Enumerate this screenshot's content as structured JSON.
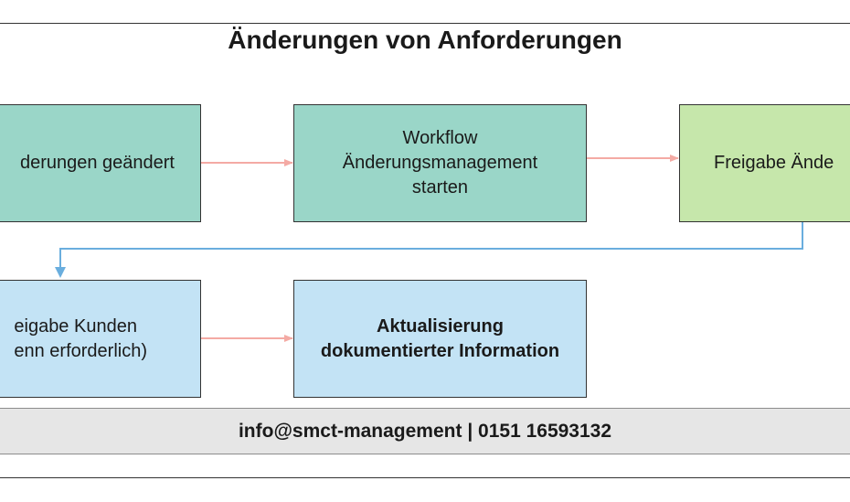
{
  "title": "Änderungen von Anforderungen",
  "boxes": {
    "box1": "derungen geändert",
    "box2": "Workflow\nÄnderungsmanagement\nstarten",
    "box3": "Freigabe Ände",
    "box4": "eigabe Kunden\nenn erforderlich)",
    "box5": "Aktualisierung\ndokumentierter Information"
  },
  "footer": "info@smct-management | 0151 16593132",
  "colors": {
    "teal": "#9ad6c8",
    "green": "#c6e7ab",
    "blue": "#c3e3f5",
    "arrow_pink": "#f4aaa4",
    "arrow_blue": "#6aaede",
    "footer_bg": "#e6e6e6"
  }
}
